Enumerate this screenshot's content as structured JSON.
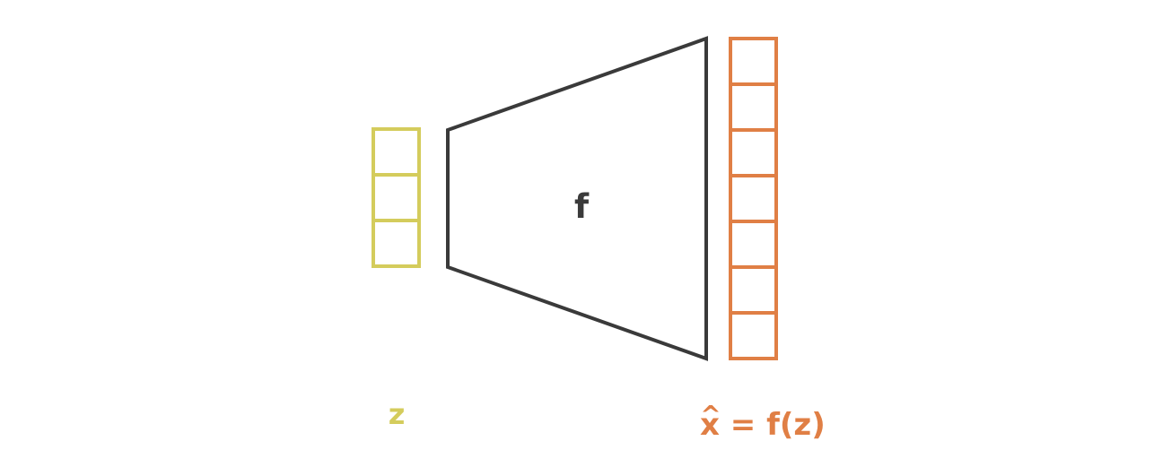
{
  "colors": {
    "input": "#d4cc5c",
    "output": "#e07f45",
    "network": "#3a3a3a",
    "background": "#ffffff"
  },
  "input_vector": {
    "label": "z",
    "cells": 3
  },
  "network": {
    "label": "f"
  },
  "output_vector": {
    "label_symbol": "x",
    "label_hat": "^",
    "label_rest": " = f(z)",
    "cells": 7
  }
}
